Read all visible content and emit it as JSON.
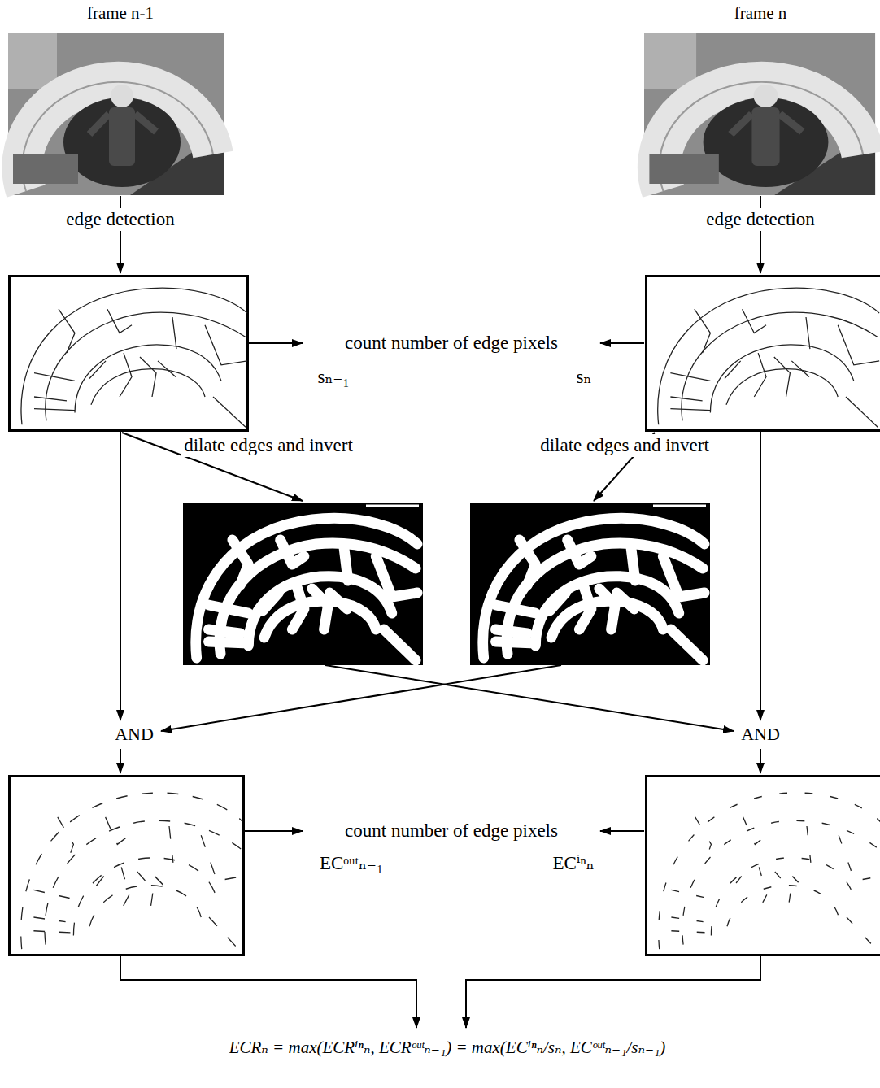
{
  "diagram": {
    "nodes": [
      {
        "text": [
          "frame n-1"
        ]
      },
      {
        "text": [
          "frame n"
        ]
      },
      {
        "text": [
          "count number of edge pixels",
          "sₙ₋₁",
          "sₙ"
        ]
      },
      {
        "text": [
          "AND"
        ]
      },
      {
        "text": [
          "AND"
        ]
      },
      {
        "text": [
          "count number of edge pixels",
          "ECᵒᵘᵗₙ₋₁",
          "ECⁱⁿₙ"
        ]
      },
      {
        "text": [
          "ECRₙ = max(ECRⁱⁿₙ, ECRᵒᵘᵗₙ₋₁) = max(ECⁱⁿₙ/sₙ, ECᵒᵘᵗₙ₋₁/sₙ₋₁)"
        ]
      }
    ],
    "labels": [
      "edge detection",
      "edge detection",
      "dilate edges and invert",
      "dilate edges and invert"
    ]
  }
}
